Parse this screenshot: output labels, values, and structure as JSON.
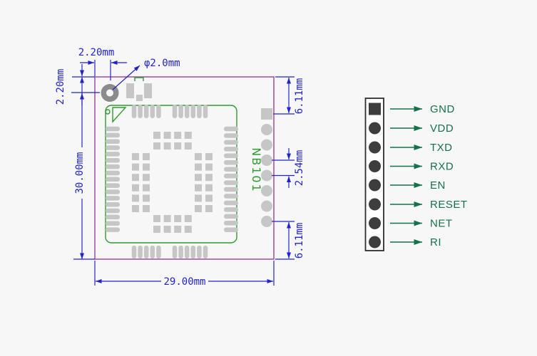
{
  "colors": {
    "bg": "#f7f7f7",
    "dim-blue": "#2323cc",
    "board-purple": "#9e4d9e",
    "silk-green": "#2e9b2e",
    "pad-gray": "#c6c6c6",
    "hole-gray": "#8b8b8b",
    "dark-pad": "#3d3d3d",
    "header-border": "#2e2e2e",
    "pin-green": "#15714a"
  },
  "drawing": {
    "module_name": "NB101",
    "dims": {
      "board_width": "29.00mm",
      "board_height": "30.00mm",
      "hole_offset_x": "2.20mm",
      "hole_offset_y": "2.20mm",
      "hole_diameter": "φ2.0mm",
      "pin_margin_top": "6.11mm",
      "pin_pitch": "2.54mm",
      "pin_margin_bottom": "6.11mm"
    }
  },
  "pinout": {
    "pins": [
      {
        "label": "GND"
      },
      {
        "label": "VDD"
      },
      {
        "label": "TXD"
      },
      {
        "label": "RXD"
      },
      {
        "label": "EN"
      },
      {
        "label": "RESET"
      },
      {
        "label": "NET"
      },
      {
        "label": "RI"
      }
    ]
  }
}
